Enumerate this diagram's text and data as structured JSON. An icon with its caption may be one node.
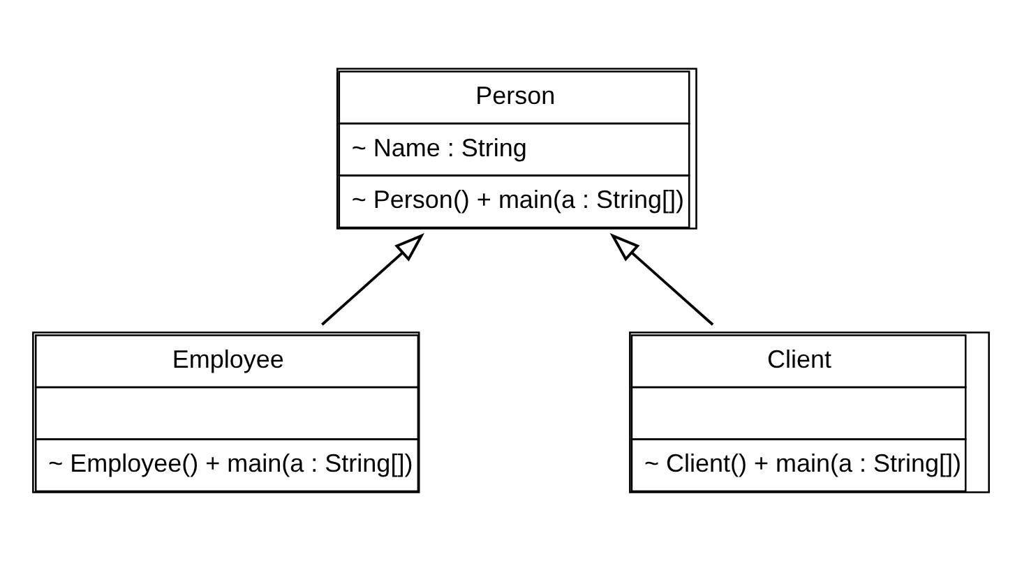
{
  "diagram": {
    "nodes": [
      {
        "text": [
          "Person",
          "~ Name : String",
          "~ Person() + main(a : String[])"
        ]
      },
      {
        "text": [
          "Employee",
          "~ Employee() + main(a : String[])"
        ]
      },
      {
        "text": [
          "Client",
          "~ Client() + main(a : String[])"
        ]
      }
    ],
    "edges": [
      {
        "from": 1,
        "to": 0,
        "arrow": "to"
      },
      {
        "from": 2,
        "to": 0,
        "arrow": "to"
      }
    ]
  }
}
